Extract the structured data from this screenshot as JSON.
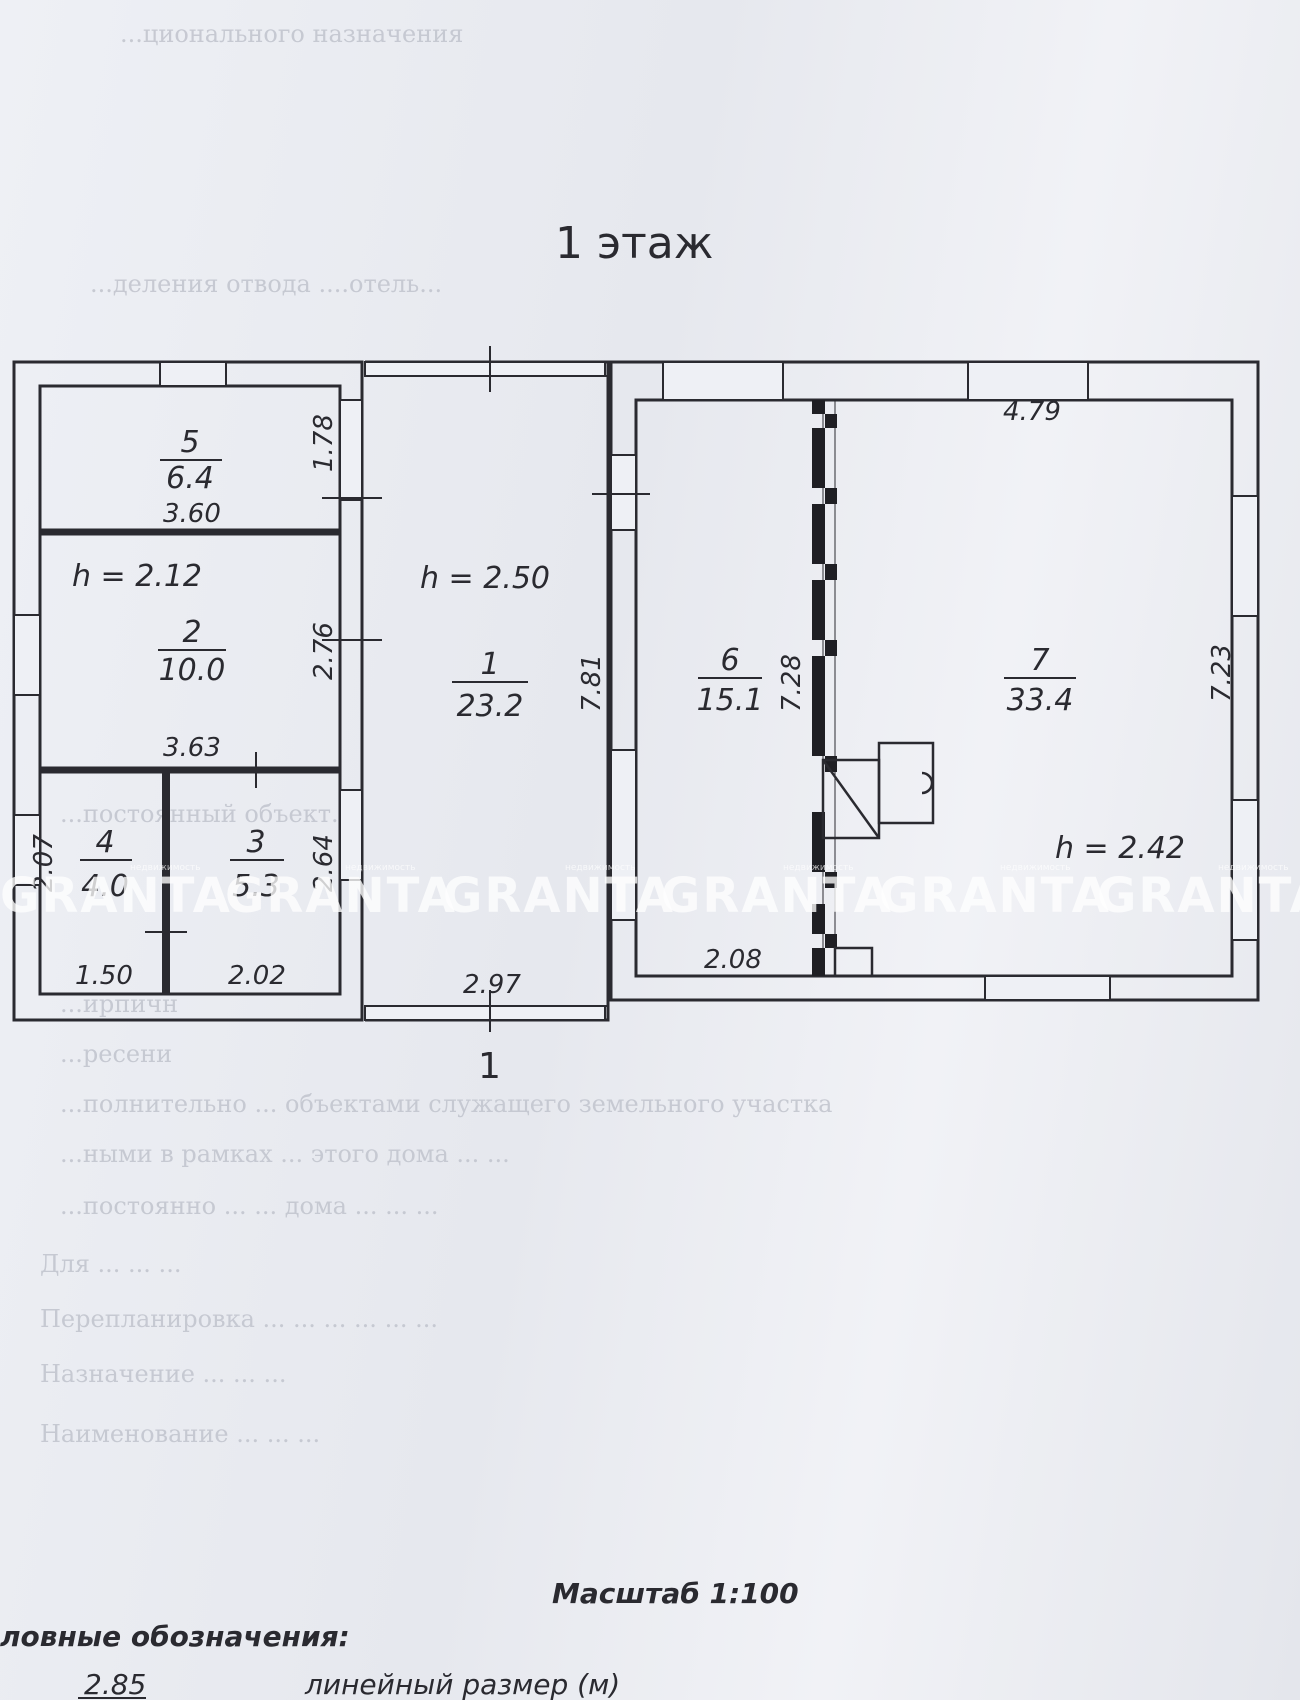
{
  "title": "1 этаж",
  "section_mark": "1",
  "rooms": [
    {
      "number": "5",
      "area": "6.4"
    },
    {
      "number": "2",
      "area": "10.0"
    },
    {
      "number": "4",
      "area": "4.0"
    },
    {
      "number": "3",
      "area": "5.3"
    },
    {
      "number": "1",
      "area": "23.2"
    },
    {
      "number": "6",
      "area": "15.1"
    },
    {
      "number": "7",
      "area": "33.4"
    }
  ],
  "heights": [
    "h = 2.12",
    "h = 2.50",
    "h = 2.42"
  ],
  "dimensions": {
    "d_1_78": "1.78",
    "d_3_60": "3.60",
    "d_2_76": "2.76",
    "d_3_63": "3.63",
    "d_2_07": "2.07",
    "d_2_64": "2.64",
    "d_1_50": "1.50",
    "d_2_02": "2.02",
    "d_7_81": "7.81",
    "d_2_97": "2.97",
    "d_7_28": "7.28",
    "d_2_08": "2.08",
    "d_4_79": "4.79",
    "d_7_23": "7.23"
  },
  "watermark": {
    "text": "GRANTA",
    "small": "недвижимость"
  },
  "scale": "Масштаб 1:100",
  "legend": {
    "heading": "ловные обозначения:",
    "sample_value": "2.85",
    "sample_label": "линейный размер (м)"
  },
  "background_text": [
    "...ционального назначения",
    "...деления отвода ....отель...",
    "...постоянный объект...",
    "...ирпичн",
    "...ресени",
    "...полнительно ... объектами служащего земельного участка",
    "...ными в рамках ... этого дома ... ...",
    "...постоянно ... ... дома ... ... ...",
    "Для ... ... ...",
    "Перепланировка ... ... ... ... ... ...",
    "Назначение ... ... ...",
    "Наименование ... ... ..."
  ]
}
